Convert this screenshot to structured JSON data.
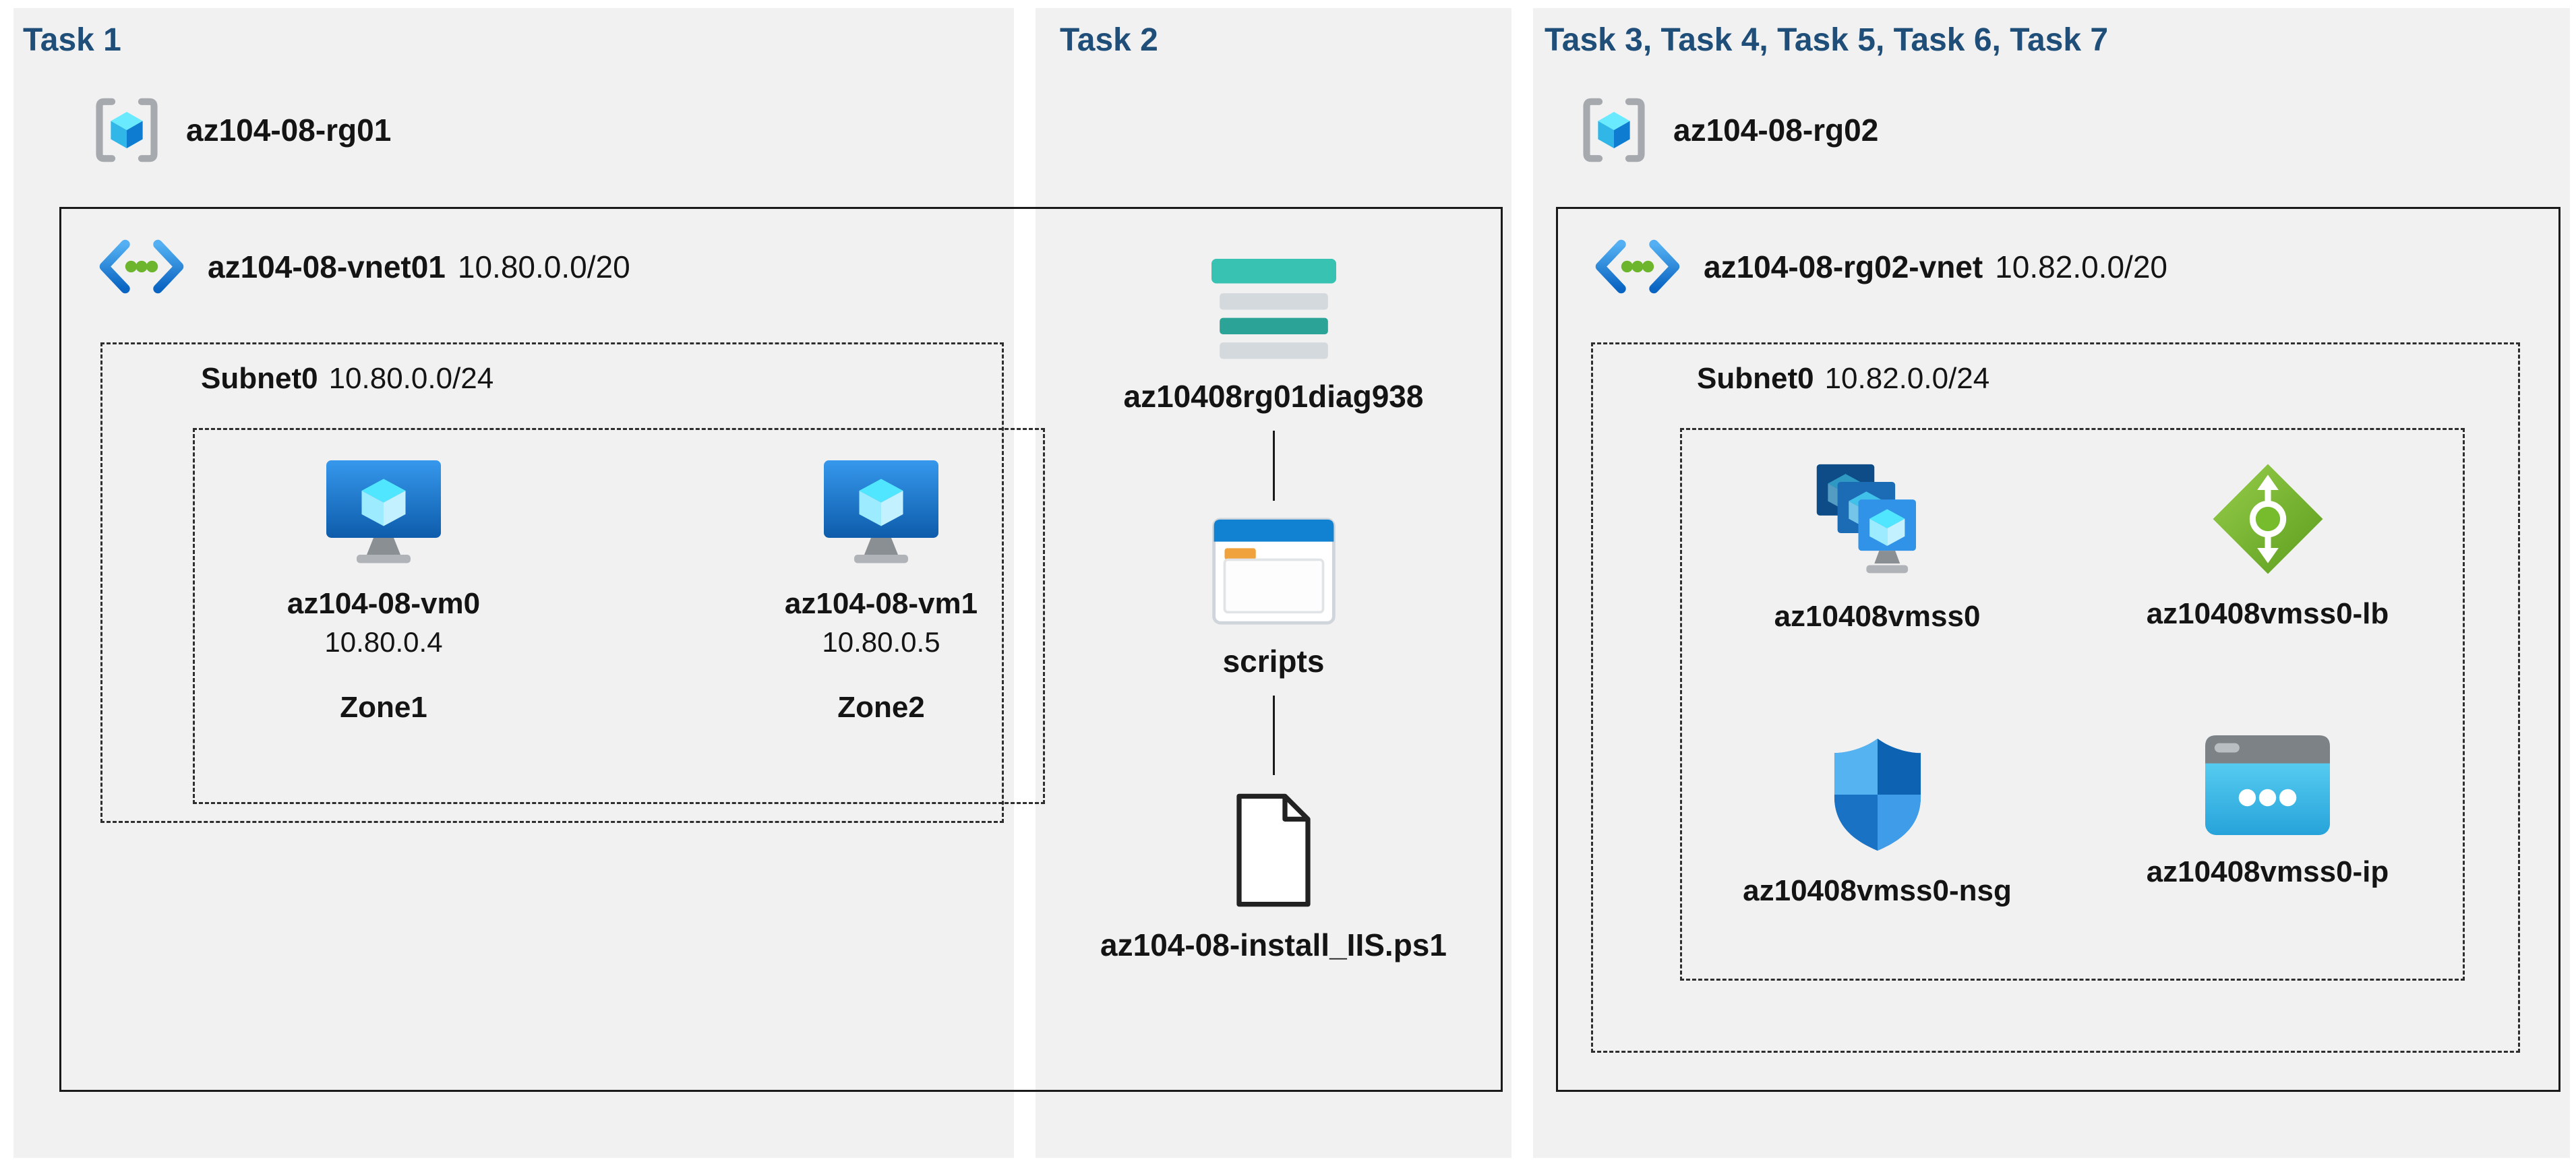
{
  "colors": {
    "title_navy": "#1f4e79",
    "panel_gray": "#f1f1f2",
    "azure_blue": "#0a7fd1",
    "vnet_green_dot": "#6cb52c",
    "storage_teal": "#37c2b1",
    "lb_green": "#76bc2d",
    "ip_cyan": "#45c6ef"
  },
  "task1": {
    "title": "Task 1",
    "resource_group": "az104-08-rg01",
    "vnet_name": "az104-08-vnet01",
    "vnet_cidr": "10.80.0.0/20",
    "subnet_name": "Subnet0",
    "subnet_cidr": "10.80.0.0/24",
    "vms": [
      {
        "name": "az104-08-vm0",
        "ip": "10.80.0.4",
        "zone": "Zone1",
        "icon": "virtual-machine-icon"
      },
      {
        "name": "az104-08-vm1",
        "ip": "10.80.0.5",
        "zone": "Zone2",
        "icon": "virtual-machine-icon"
      }
    ]
  },
  "task2": {
    "title": "Task 2",
    "storage_account": "az10408rg01diag938",
    "container": "scripts",
    "script_file": "az104-08-install_IIS.ps1"
  },
  "task3": {
    "title": "Task 3, Task 4, Task 5, Task 6, Task 7",
    "resource_group": "az104-08-rg02",
    "vnet_name": "az104-08-rg02-vnet",
    "vnet_cidr": "10.82.0.0/20",
    "subnet_name": "Subnet0",
    "subnet_cidr": "10.82.0.0/24",
    "resources": [
      {
        "name": "az10408vmss0",
        "icon": "vmss-icon"
      },
      {
        "name": "az10408vmss0-lb",
        "icon": "load-balancer-icon"
      },
      {
        "name": "az10408vmss0-nsg",
        "icon": "network-security-group-icon"
      },
      {
        "name": "az10408vmss0-ip",
        "icon": "public-ip-icon"
      }
    ]
  }
}
